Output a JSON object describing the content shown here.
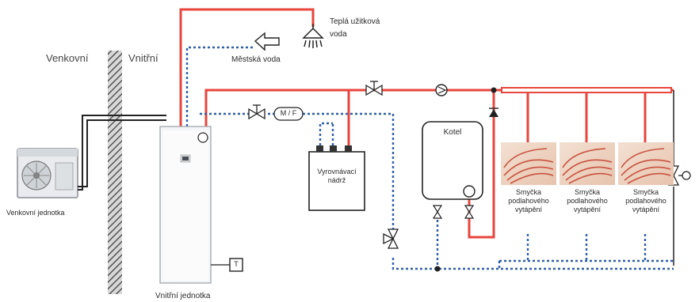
{
  "labels": {
    "outdoor_zone": "Venkovní",
    "indoor_zone": "Vnitřní",
    "hot_water": "Teplá užitková\nvoda",
    "city_water": "Městská voda",
    "outdoor_unit": "Venkovní jednotka",
    "indoor_unit": "Vnitřní jednotka",
    "buffer_tank": "Vyrovnávací\nnádrž",
    "boiler": "Kotel",
    "mf_valve": "M / F",
    "thermostat": "T",
    "loops": [
      "Smyčka\npodlahového\nvytápění",
      "Smyčka\npodlahového\nvytápění",
      "Smyčka\npodlahového\nvytápění"
    ]
  },
  "colors": {
    "supply_pipe": "#e8453c",
    "return_pipe": "#2f5fa8",
    "wall_hatch": "#666666",
    "pipe_dark": "#222222"
  },
  "icons": [
    "shower-icon",
    "arrow-left-icon",
    "valve-icon",
    "pump-icon",
    "check-valve-icon",
    "thermostat-icon",
    "fan-icon"
  ]
}
